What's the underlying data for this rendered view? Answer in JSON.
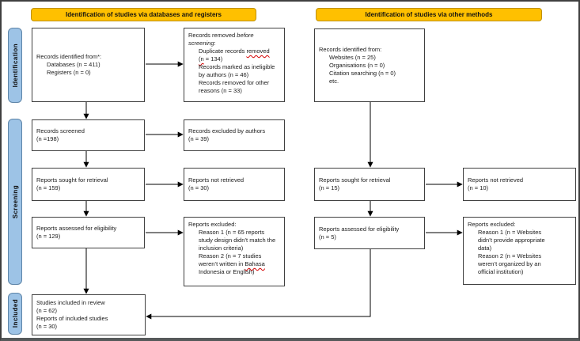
{
  "headers": {
    "databases": "Identification of studies via databases and registers",
    "other": "Identification of studies via other methods"
  },
  "stages": {
    "identification": "Identification",
    "screening": "Screening",
    "included": "Included"
  },
  "colors": {
    "header_bg": "#FFC000",
    "header_border": "#BF9000",
    "stage_bg": "#9DC3E6",
    "stage_border": "#5E85A8",
    "box_border": "#404040",
    "arrow": "#000000",
    "spellcheck_red": "#D40000"
  },
  "boxes": {
    "db_identified": {
      "l1": "Records identified from*:",
      "l2": "Databases (n = 411)",
      "l3": "Registers (n = 0)"
    },
    "records_removed": {
      "l1a": "Records removed ",
      "l1b": "before",
      "l2a": "screening",
      "l2b": ":",
      "l3a": "Duplicate records ",
      "l3b": "removed",
      "l4a": "(n",
      "l4b": " = 134)",
      "l5": "Records marked as ineligible",
      "l6": "by authors (n = 46)",
      "l7": "Records removed for other",
      "l8": "reasons (n = 33)"
    },
    "records_screened": {
      "l1": "Records screened",
      "l2": "(n =198)"
    },
    "records_excluded": {
      "l1": "Records excluded by authors",
      "l2": "(n = 39)"
    },
    "reports_sought_db": {
      "l1": "Reports sought for retrieval",
      "l2": "(n = 159)"
    },
    "reports_not_retrieved_db": {
      "l1": "Reports not retrieved",
      "l2": "(n = 30)"
    },
    "reports_assessed_db": {
      "l1": "Reports assessed for eligibility",
      "l2": "(n = 129)"
    },
    "reports_excluded_db": {
      "l1": "Reports excluded:",
      "l2": "Reason 1 (n = 65 reports",
      "l3": "study design didn’t match the",
      "l4": "inclusion criteria)",
      "l5": "Reason 2 (n = 7 studies",
      "l6a": "weren’t written in ",
      "l6b": "Bahasa",
      "l7": "Indonesia or English)"
    },
    "included_studies": {
      "l1": "Studies included in review",
      "l2": "(n = 62)",
      "l3": "Reports of included studies",
      "l4": "(n = 30)"
    },
    "other_identified": {
      "l1": "Records identified from:",
      "l2": "Websites (n = 25)",
      "l3": "Organisations (n = 0)",
      "l4": "Citation searching (n = 0)",
      "l5": "etc."
    },
    "reports_sought_other": {
      "l1": "Reports sought for retrieval",
      "l2": "(n = 15)"
    },
    "reports_not_retrieved_other": {
      "l1": "Reports not retrieved",
      "l2": "(n = 10)"
    },
    "reports_assessed_other": {
      "l1": "Reports assessed for eligibility",
      "l2": "(n = 5)"
    },
    "reports_excluded_other": {
      "l1": "Reports excluded:",
      "l2": "Reason 1 (n = Websites",
      "l3": "didn’t provide appropriate",
      "l4": "data)",
      "l5": "Reason 2 (n = Websites",
      "l6": "weren’t organized by an",
      "l7": "official institution)"
    }
  }
}
